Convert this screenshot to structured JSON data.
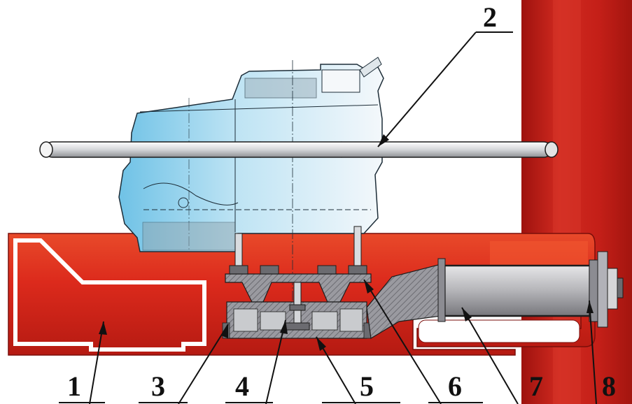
{
  "labels": [
    {
      "id": "1",
      "text": "1"
    },
    {
      "id": "2",
      "text": "2"
    },
    {
      "id": "3",
      "text": "3"
    },
    {
      "id": "4",
      "text": "4"
    },
    {
      "id": "5",
      "text": "5"
    },
    {
      "id": "6",
      "text": "6"
    },
    {
      "id": "7",
      "text": "7"
    },
    {
      "id": "8",
      "text": "8"
    }
  ],
  "colors": {
    "frame_red": "#d9261c",
    "frame_red_dark": "#a8140f",
    "wall_red": "#c8201a",
    "engine_blue": "#8fd0ea",
    "engine_light": "#e9f4fa",
    "steel": "#a9a9ad",
    "steel_dark": "#6b6b70",
    "line": "#222222"
  }
}
